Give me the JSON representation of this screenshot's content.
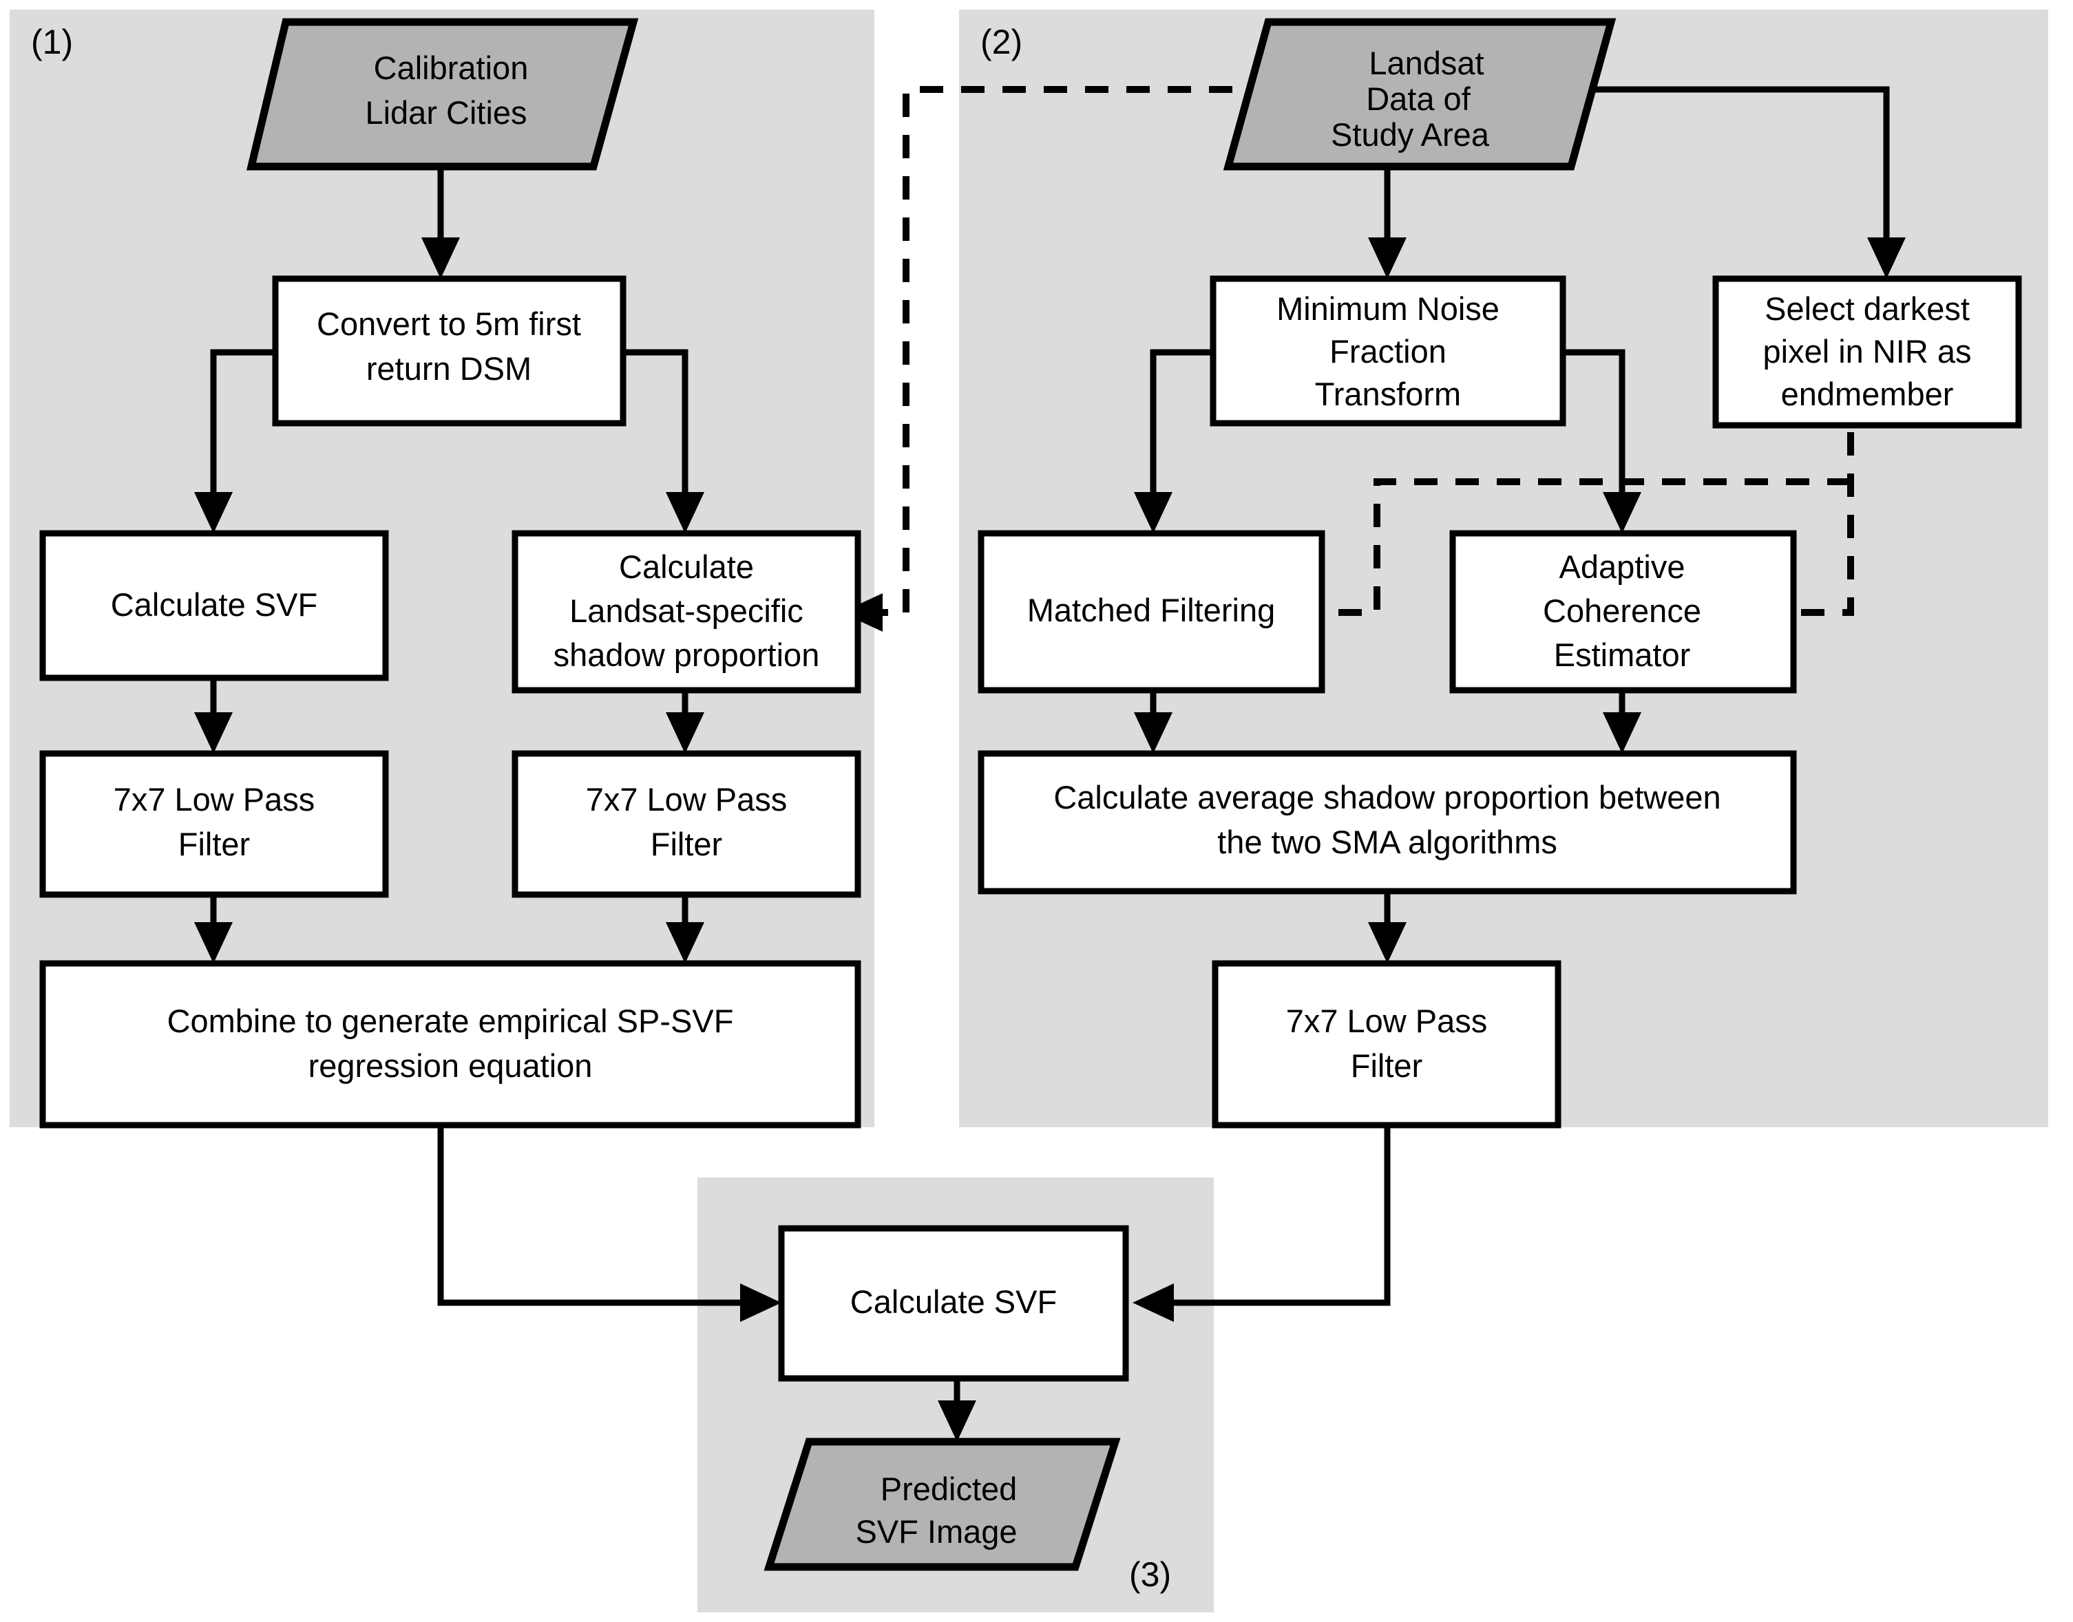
{
  "diagram": {
    "title_hidden": "",
    "colors": {
      "panel_background": "#dcdcdc",
      "process_box_fill": "#ffffff",
      "data_shape_fill": "#b3b3b3",
      "stroke": "#000000",
      "page_background": "#ffffff"
    },
    "panels": [
      {
        "id": "panel-1",
        "label": "(1)"
      },
      {
        "id": "panel-2",
        "label": "(2)"
      },
      {
        "id": "panel-3",
        "label": "(3)"
      }
    ],
    "nodes": {
      "calibration_lidar_cities": {
        "shape": "parallelogram",
        "lines": [
          "Calibration",
          "Lidar Cities"
        ]
      },
      "convert_dsm": {
        "shape": "process",
        "lines": [
          "Convert to 5m first",
          "return DSM"
        ]
      },
      "calculate_svf_left": {
        "shape": "process",
        "lines": [
          "Calculate SVF"
        ]
      },
      "calculate_landsat_sp": {
        "shape": "process",
        "lines": [
          "Calculate",
          "Landsat-specific",
          "shadow proportion"
        ]
      },
      "lowpass_left": {
        "shape": "process",
        "lines": [
          "7x7 Low Pass",
          "Filter"
        ]
      },
      "lowpass_mid": {
        "shape": "process",
        "lines": [
          "7x7 Low Pass",
          "Filter"
        ]
      },
      "combine_regression": {
        "shape": "process",
        "lines": [
          "Combine to generate empirical SP-SVF",
          "regression equation"
        ]
      },
      "landsat_data": {
        "shape": "parallelogram",
        "lines": [
          "Landsat",
          "Data of",
          "Study Area"
        ]
      },
      "mnf_transform": {
        "shape": "process",
        "lines": [
          "Minimum Noise",
          "Fraction",
          "Transform"
        ]
      },
      "select_darkest_pixel": {
        "shape": "process",
        "lines": [
          "Select darkest",
          "pixel in NIR as",
          "endmember"
        ]
      },
      "matched_filtering": {
        "shape": "process",
        "lines": [
          "Matched Filtering"
        ]
      },
      "adaptive_coherence": {
        "shape": "process",
        "lines": [
          "Adaptive",
          "Coherence",
          "Estimator"
        ]
      },
      "calc_avg_shadow": {
        "shape": "process",
        "lines": [
          "Calculate average shadow proportion between",
          "the two SMA algorithms"
        ]
      },
      "lowpass_right": {
        "shape": "process",
        "lines": [
          "7x7 Low Pass",
          "Filter"
        ]
      },
      "calculate_svf_final": {
        "shape": "process",
        "lines": [
          "Calculate SVF"
        ]
      },
      "predicted_svf_image": {
        "shape": "parallelogram",
        "lines": [
          "Predicted",
          "SVF Image"
        ]
      }
    },
    "edges": [
      {
        "from": "calibration_lidar_cities",
        "to": "convert_dsm",
        "style": "solid"
      },
      {
        "from": "convert_dsm",
        "to": "calculate_svf_left",
        "style": "solid"
      },
      {
        "from": "convert_dsm",
        "to": "calculate_landsat_sp",
        "style": "solid"
      },
      {
        "from": "calculate_svf_left",
        "to": "lowpass_left",
        "style": "solid"
      },
      {
        "from": "calculate_landsat_sp",
        "to": "lowpass_mid",
        "style": "solid"
      },
      {
        "from": "lowpass_left",
        "to": "combine_regression",
        "style": "solid"
      },
      {
        "from": "lowpass_mid",
        "to": "combine_regression",
        "style": "solid"
      },
      {
        "from": "landsat_data",
        "to": "calculate_landsat_sp",
        "style": "dashed"
      },
      {
        "from": "landsat_data",
        "to": "mnf_transform",
        "style": "solid"
      },
      {
        "from": "landsat_data",
        "to": "select_darkest_pixel",
        "style": "solid"
      },
      {
        "from": "mnf_transform",
        "to": "matched_filtering",
        "style": "solid"
      },
      {
        "from": "mnf_transform",
        "to": "adaptive_coherence",
        "style": "solid"
      },
      {
        "from": "select_darkest_pixel",
        "to": "matched_filtering",
        "style": "dashed"
      },
      {
        "from": "select_darkest_pixel",
        "to": "adaptive_coherence",
        "style": "dashed"
      },
      {
        "from": "matched_filtering",
        "to": "calc_avg_shadow",
        "style": "solid"
      },
      {
        "from": "adaptive_coherence",
        "to": "calc_avg_shadow",
        "style": "solid"
      },
      {
        "from": "calc_avg_shadow",
        "to": "lowpass_right",
        "style": "solid"
      },
      {
        "from": "combine_regression",
        "to": "calculate_svf_final",
        "style": "solid"
      },
      {
        "from": "lowpass_right",
        "to": "calculate_svf_final",
        "style": "solid"
      },
      {
        "from": "calculate_svf_final",
        "to": "predicted_svf_image",
        "style": "solid"
      }
    ]
  }
}
